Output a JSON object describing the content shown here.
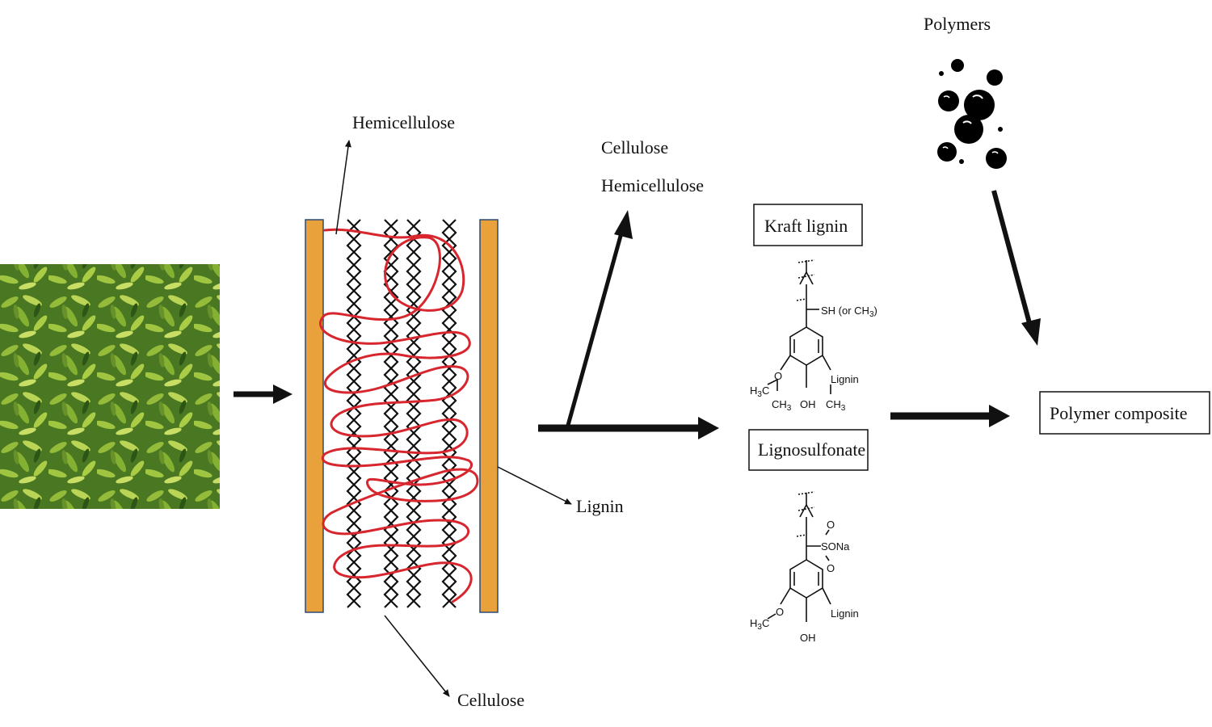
{
  "labels": {
    "hemicellulose_top": "Hemicellulose",
    "cellulose_bottom": "Cellulose",
    "lignin_side": "Lignin",
    "extracted_cellulose": "Cellulose",
    "extracted_hemicellulose": "Hemicellulose",
    "kraft_lignin": "Kraft lignin",
    "lignosulfonate": "Lignosulfonate",
    "polymers": "Polymers",
    "polymer_composite": "Polymer composite"
  },
  "kraft_structure": {
    "substituent": "SH (or CH",
    "substituent_close": ")",
    "sub3": "3",
    "lignin": "Lignin",
    "h3c": "H",
    "h3c_sub": "3",
    "h3c_c": "C",
    "o": "O",
    "ch3_a": "CH",
    "ch3_a_sub": "3",
    "oh": "OH",
    "ch3_b": "CH",
    "ch3_b_sub": "3"
  },
  "lignosulfonate_structure": {
    "o_top": "O",
    "so3na": "SONa",
    "o_bottom": "O",
    "lignin": "Lignin",
    "h3c": "H",
    "h3c_sub": "3",
    "h3c_c": "C",
    "o": "O",
    "oh": "OH"
  },
  "colors": {
    "lignin_wall": "#E9A23B",
    "hemicellulose_strand": "#D7262E",
    "cellulose_chain": "#111111",
    "foliage_dark": "#3E6B1E",
    "foliage_light": "#B5D94A"
  }
}
